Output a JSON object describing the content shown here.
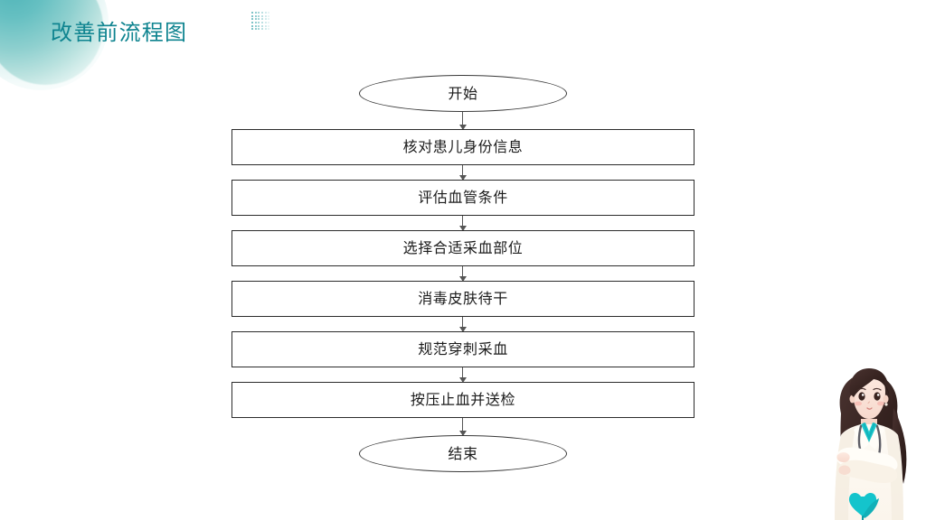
{
  "slide": {
    "title": "改善前流程图",
    "title_color": "#0f8490",
    "accent_color": "#14b8c4",
    "background_color": "#ffffff"
  },
  "decorations": {
    "corner_blob": "teal-gradient-circle",
    "dot_grid": "dotted-grid-ornament",
    "dot_count": 36,
    "illustration": "nurse-doctor-illustration"
  },
  "flowchart": {
    "type": "vertical-linear-flow",
    "node_border_color": "#2b2b2b",
    "connector_color": "#555555",
    "nodes": [
      {
        "id": "start",
        "shape": "ellipse",
        "label": "开始"
      },
      {
        "id": "step1",
        "shape": "rectangle",
        "label": "核对患儿身份信息"
      },
      {
        "id": "step2",
        "shape": "rectangle",
        "label": "评估血管条件"
      },
      {
        "id": "step3",
        "shape": "rectangle",
        "label": "选择合适采血部位"
      },
      {
        "id": "step4",
        "shape": "rectangle",
        "label": "消毒皮肤待干"
      },
      {
        "id": "step5",
        "shape": "rectangle",
        "label": "规范穿刺采血"
      },
      {
        "id": "step6",
        "shape": "rectangle",
        "label": "按压止血并送检"
      },
      {
        "id": "end",
        "shape": "ellipse",
        "label": "结束"
      }
    ]
  }
}
